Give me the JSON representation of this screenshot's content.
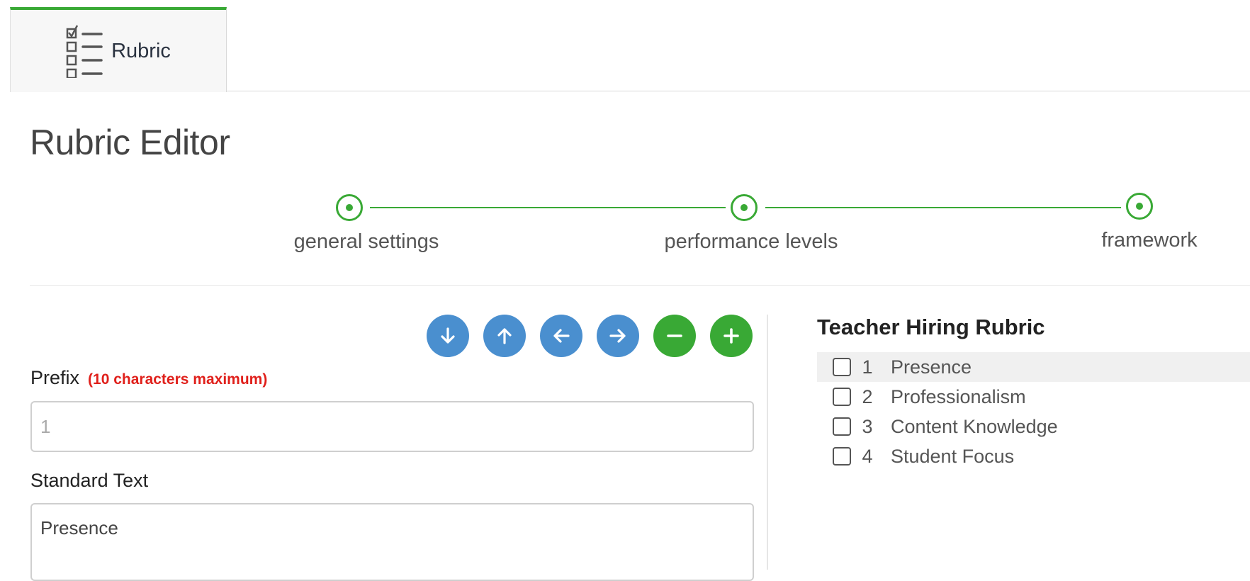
{
  "tabs": [
    {
      "label": "Rubric",
      "icon": "checklist-icon",
      "active": true
    }
  ],
  "page": {
    "title": "Rubric Editor"
  },
  "stepper": {
    "steps": [
      {
        "label": "general settings"
      },
      {
        "label": "performance levels"
      },
      {
        "label": "framework"
      }
    ],
    "color": "#39a935"
  },
  "toolbar": {
    "buttons": [
      {
        "name": "move-down-button",
        "icon": "arrow-down-icon",
        "color": "#4a8fcf"
      },
      {
        "name": "move-up-button",
        "icon": "arrow-up-icon",
        "color": "#4a8fcf"
      },
      {
        "name": "outdent-button",
        "icon": "arrow-left-icon",
        "color": "#4a8fcf"
      },
      {
        "name": "indent-button",
        "icon": "arrow-right-icon",
        "color": "#4a8fcf"
      },
      {
        "name": "remove-button",
        "icon": "minus-icon",
        "color": "#39a935"
      },
      {
        "name": "add-button",
        "icon": "plus-icon",
        "color": "#39a935"
      }
    ]
  },
  "form": {
    "prefix": {
      "label": "Prefix",
      "hint": "(10 characters maximum)",
      "placeholder": "1",
      "value": ""
    },
    "standard_text": {
      "label": "Standard Text",
      "value": "Presence"
    }
  },
  "framework": {
    "title": "Teacher Hiring Rubric",
    "items": [
      {
        "number": "1",
        "name": "Presence",
        "selected": true
      },
      {
        "number": "2",
        "name": "Professionalism",
        "selected": false
      },
      {
        "number": "3",
        "name": "Content Knowledge",
        "selected": false
      },
      {
        "number": "4",
        "name": "Student Focus",
        "selected": false
      }
    ]
  },
  "colors": {
    "accent_green": "#39a935",
    "accent_blue": "#4a8fcf",
    "hint_red": "#e0201b"
  }
}
